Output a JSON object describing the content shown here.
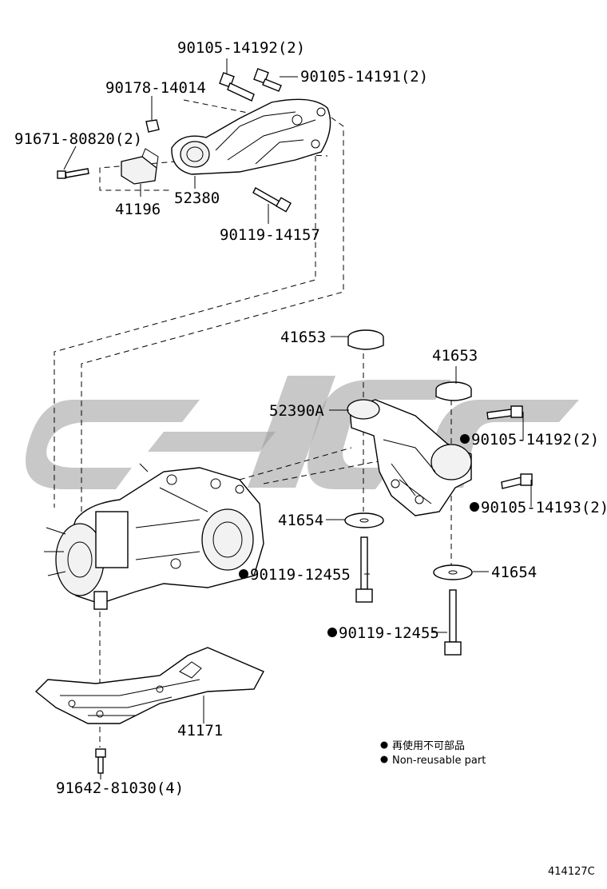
{
  "labels": {
    "bolt_top_1": "90105-14192(2)",
    "bolt_top_2": "90105-14191(2)",
    "nut_top": "90178-14014",
    "bolt_left": "91671-80820(2)",
    "stopper": "41196",
    "bracket": "52380",
    "bolt_bracket": "90119-14157",
    "cushion_upper_1": "41653",
    "cushion_upper_2": "41653",
    "member": "52390A",
    "bolt_member_1": "90105-14192(2)",
    "bolt_member_2": "90105-14193(2)",
    "cushion_lower_1": "41654",
    "cushion_lower_2": "41654",
    "bolt_long_1": "90119-12455",
    "bolt_long_2": "90119-12455",
    "cover": "41171",
    "bolt_cover": "91642-81030(4)"
  },
  "legend": {
    "jp": "再使用不可部品",
    "en": "Non-reusable part"
  },
  "figure_code": "414127C"
}
